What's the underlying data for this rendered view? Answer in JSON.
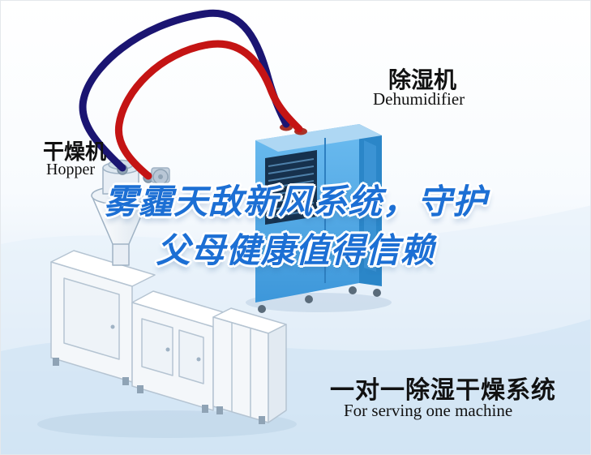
{
  "scene": {
    "dryer_label": {
      "cn": "干燥机",
      "en": "Hopper"
    },
    "dehumidifier_label": {
      "cn": "除湿机",
      "en": "Dehumidifier"
    },
    "headline": {
      "line1": "雾霾天敌新风系统，守护",
      "line2": "父母健康值得信赖"
    },
    "caption": {
      "cn": "一对一除湿干燥系统",
      "en": "For serving one machine"
    }
  },
  "colors": {
    "headline_blue": "#1c6fd4",
    "hose_red": "#c41414",
    "hose_navy": "#1b1572",
    "dehumidifier_front": "#4ba3e4",
    "dehumidifier_side": "#2b86c8",
    "dehumidifier_top": "#aed7f3",
    "machine_body": "#f4f7fa"
  },
  "icons": {
    "dehumidifier": "dehumidifier-machine",
    "hopper": "hopper-funnel",
    "extruder": "extruder-machine"
  }
}
